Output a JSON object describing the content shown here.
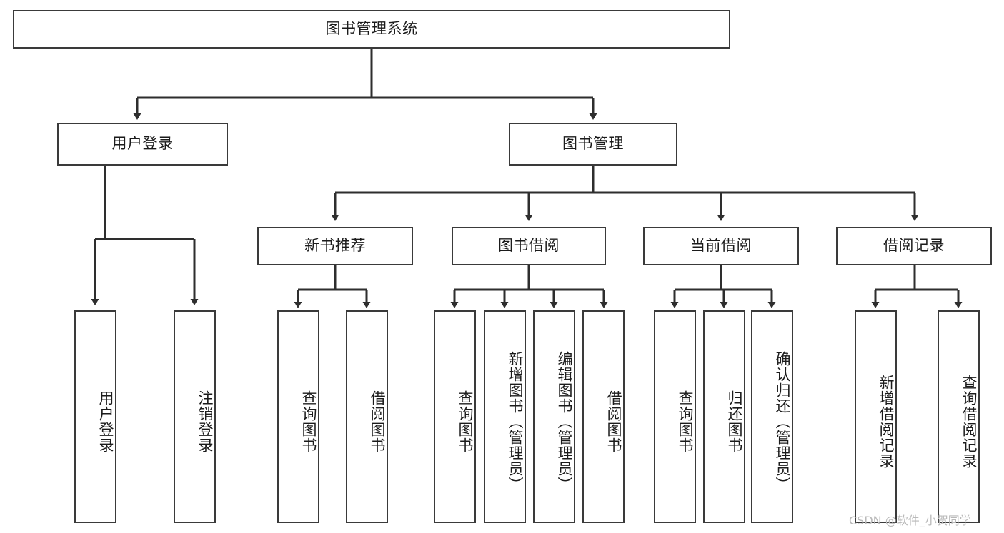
{
  "diagram": {
    "title": "图书管理系统",
    "type": "tree-hierarchy-diagram",
    "colors": {
      "border": "#3a3a3a",
      "background": "#ffffff",
      "text": "#1b1b1b",
      "watermark": "#b9b9b9"
    },
    "root": {
      "label": "图书管理系统"
    },
    "level1": [
      {
        "label": "用户登录"
      },
      {
        "label": "图书管理"
      }
    ],
    "level2": [
      {
        "label": "新书推荐"
      },
      {
        "label": "图书借阅"
      },
      {
        "label": "当前借阅"
      },
      {
        "label": "借阅记录"
      }
    ],
    "leaves": {
      "user_login": [
        {
          "label": "用户登录"
        },
        {
          "label": "注销登录"
        }
      ],
      "new_book_recommend": [
        {
          "label": "查询图书"
        },
        {
          "label": "借阅图书"
        }
      ],
      "book_borrow": [
        {
          "label": "查询图书"
        },
        {
          "label": "新增图书（管理员）"
        },
        {
          "label": "编辑图书（管理员）"
        },
        {
          "label": "借阅图书"
        }
      ],
      "current_borrow": [
        {
          "label": "查询图书"
        },
        {
          "label": "归还图书"
        },
        {
          "label": "确认归还（管理员）"
        }
      ],
      "borrow_record": [
        {
          "label": "新增借阅记录"
        },
        {
          "label": "查询借阅记录"
        }
      ]
    }
  },
  "watermark": {
    "text": "CSDN @软件_小贺同学"
  }
}
